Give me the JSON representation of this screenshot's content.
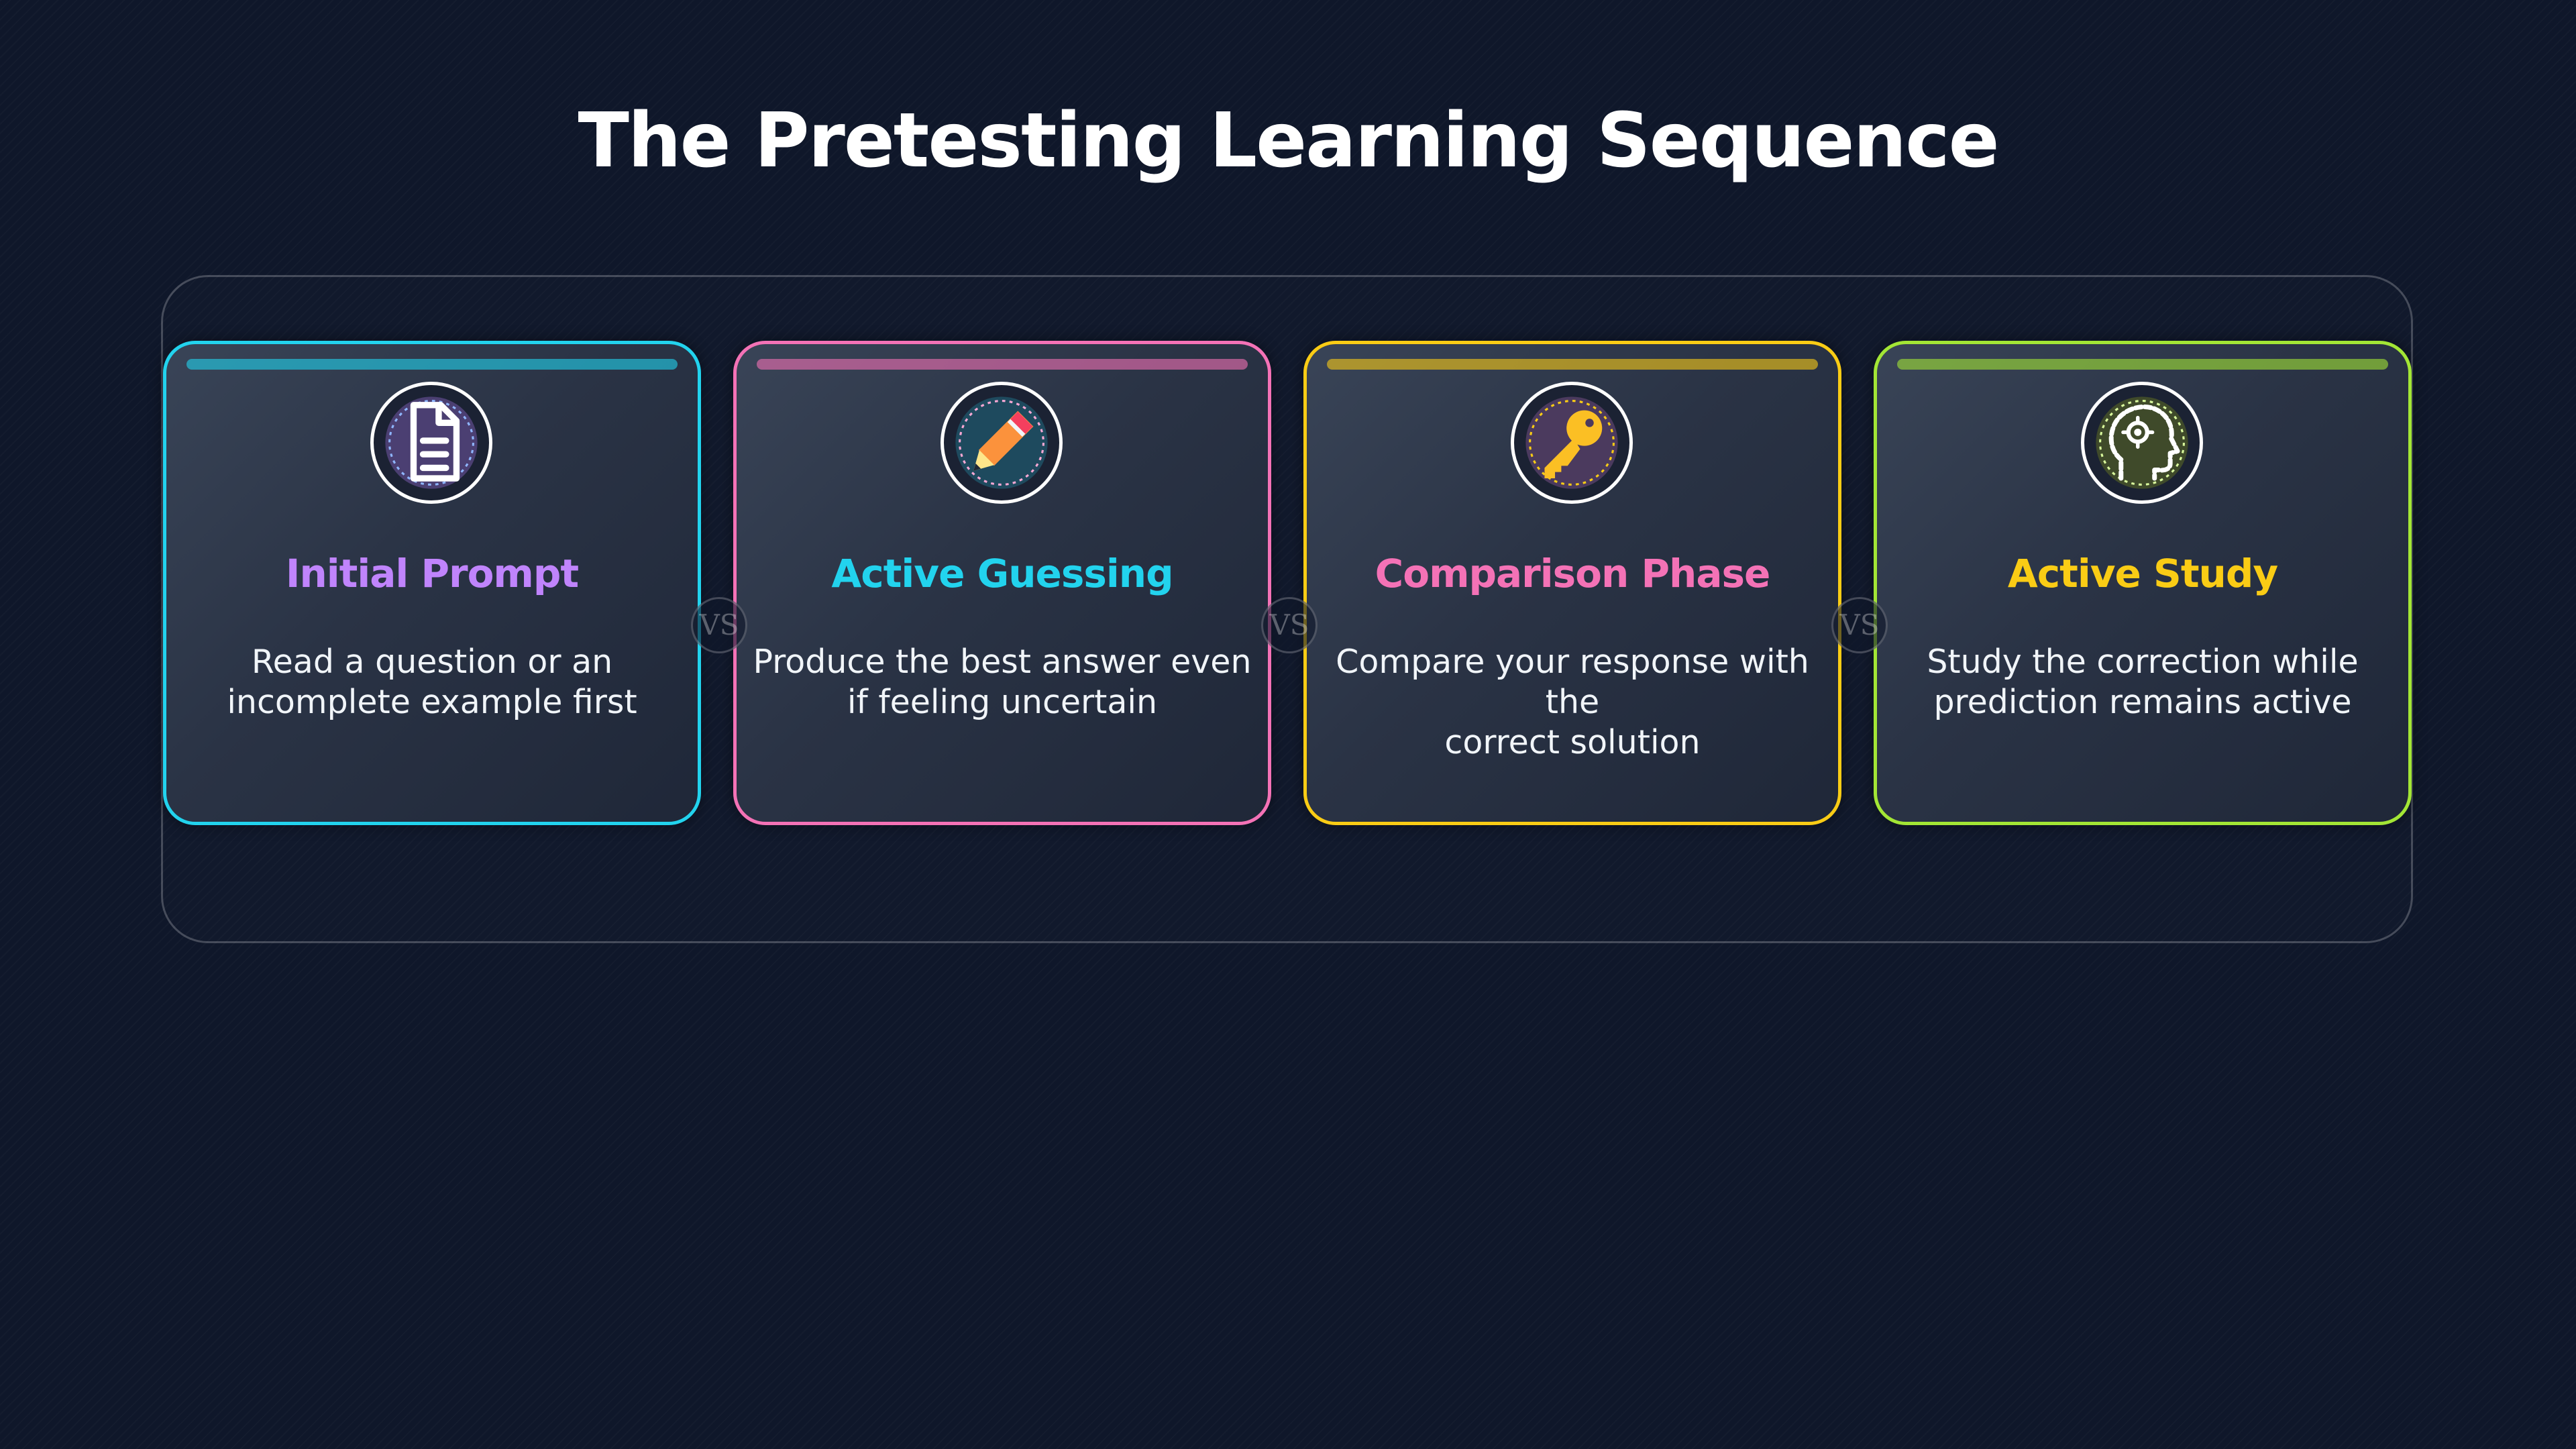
{
  "title": "The Pretesting Learning Sequence",
  "connector_label": "VS",
  "steps": [
    {
      "title": "Initial Prompt",
      "desc_line1": "Read a question or an",
      "desc_line2": "incomplete example first",
      "icon": "document-icon",
      "border_color": "#22d3ee",
      "title_color": "#c084fc"
    },
    {
      "title": "Active Guessing",
      "desc_line1": "Produce the best answer even",
      "desc_line2": "if feeling uncertain",
      "icon": "pencil-icon",
      "border_color": "#f472b6",
      "title_color": "#22d3ee"
    },
    {
      "title": "Comparison Phase",
      "desc_line1": "Compare your response with the",
      "desc_line2": "correct solution",
      "icon": "key-icon",
      "border_color": "#facc15",
      "title_color": "#f472b6"
    },
    {
      "title": "Active Study",
      "desc_line1": "Study the correction while",
      "desc_line2": "prediction remains active",
      "icon": "brain-head-icon",
      "border_color": "#a3e635",
      "title_color": "#facc15"
    }
  ]
}
